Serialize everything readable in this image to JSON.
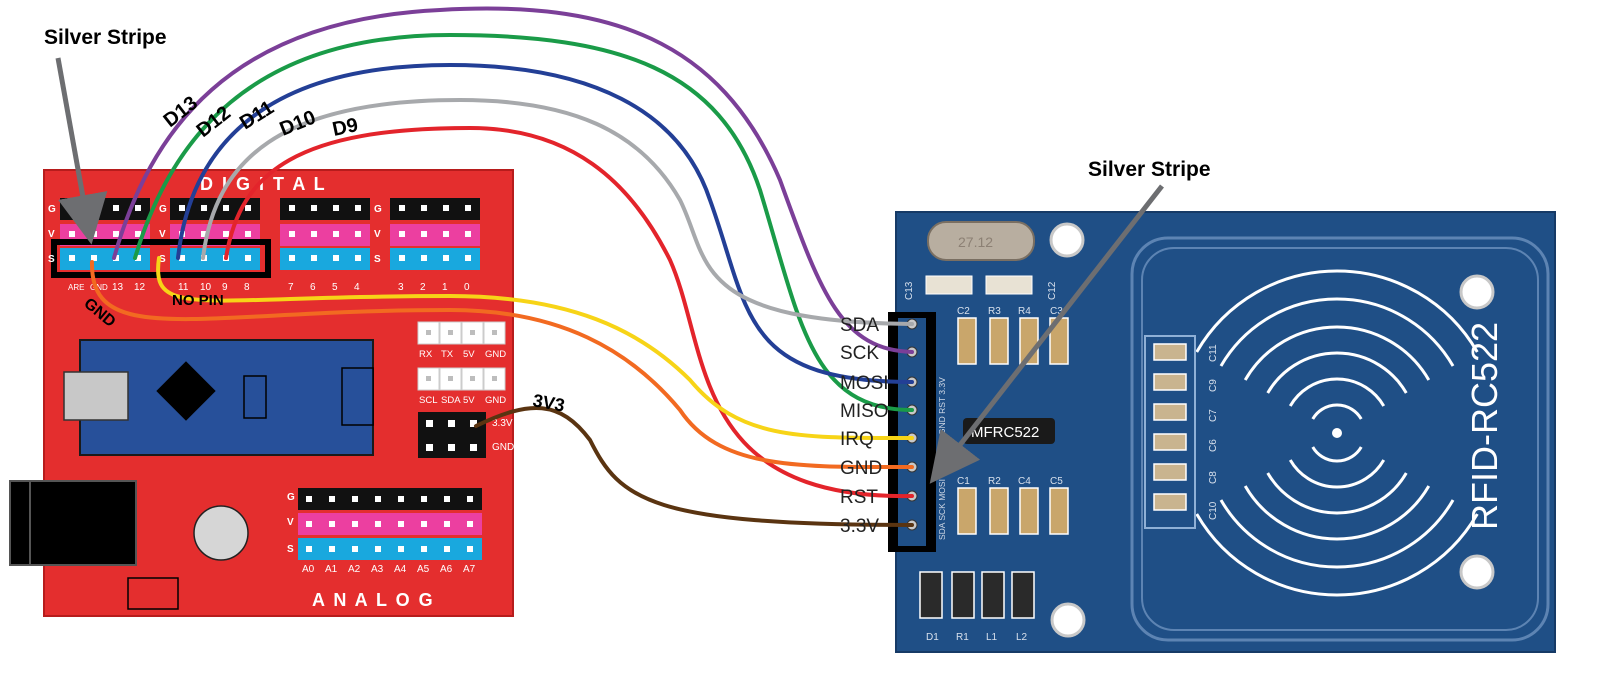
{
  "callouts": {
    "left": "Silver Stripe",
    "right": "Silver Stripe"
  },
  "shield": {
    "digital_label": "D I G I T A L",
    "analog_label": "A N A L O G",
    "row_labels": [
      "G",
      "V",
      "S"
    ],
    "digital_pins": [
      "ARE",
      "GND",
      "13",
      "12",
      "11",
      "10",
      "9",
      "8",
      "7",
      "6",
      "5",
      "4",
      "3",
      "2",
      "1",
      "0"
    ],
    "serial_labels": [
      "RX",
      "TX",
      "5V",
      "GND"
    ],
    "i2c_labels": [
      "SCL",
      "SDA",
      "5V",
      "GND"
    ],
    "power_labels": [
      "3.3V",
      "GND"
    ],
    "analog_pins": [
      "A0",
      "A1",
      "A2",
      "A3",
      "A4",
      "A5",
      "A6",
      "A7"
    ]
  },
  "wires": [
    {
      "from": "D13",
      "to": "SCK",
      "color": "#7b3f98"
    },
    {
      "from": "D12",
      "to": "MISO",
      "color": "#1a9b48"
    },
    {
      "from": "D11",
      "to": "MOSI",
      "color": "#233f96"
    },
    {
      "from": "D10",
      "to": "SDA",
      "color": "#a7a9ac"
    },
    {
      "from": "D9",
      "to": "RST",
      "color": "#e3242b"
    },
    {
      "from": "NO PIN",
      "to": "IRQ",
      "color": "#f7d417"
    },
    {
      "from": "GND",
      "to": "GND",
      "color": "#f26a21"
    },
    {
      "from": "3V3",
      "to": "3.3V",
      "color": "#5a3411"
    }
  ],
  "rfid": {
    "pin_labels": [
      "SDA",
      "SCK",
      "MOSI",
      "MISO",
      "IRQ",
      "GND",
      "RST",
      "3.3V"
    ],
    "pin_silk": "SDA SCK MOSI MISO IRQ GND RST 3.3V",
    "chip_label": "MFRC522",
    "board_label": "RFID-RC522",
    "crystal_label": "27.12",
    "component_labels": [
      "C13",
      "C12",
      "C2",
      "R3",
      "R4",
      "C3",
      "C1",
      "R2",
      "C4",
      "C5",
      "C11",
      "C9",
      "C7",
      "C6",
      "C8",
      "C10",
      "D1",
      "R1",
      "L1",
      "L2"
    ]
  },
  "colors": {
    "shield_red": "#e42e2e",
    "header_black": "#111111",
    "header_pink": "#ec3fa0",
    "header_cyan": "#19a8de",
    "board_blue": "#1f4f86"
  }
}
